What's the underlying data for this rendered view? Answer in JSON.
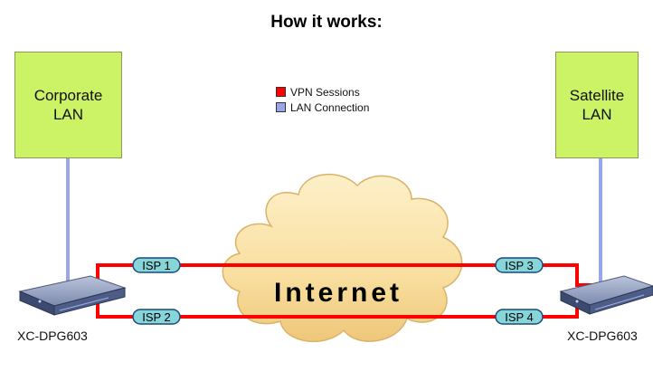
{
  "title": "How it works:",
  "legend": [
    {
      "label": "VPN Sessions",
      "color": "#ff0000"
    },
    {
      "label": "LAN Connection",
      "color": "#9aa6ec"
    }
  ],
  "lans": {
    "left": {
      "line1": "Corporate",
      "line2": "LAN"
    },
    "right": {
      "line1": "Satellite",
      "line2": "LAN"
    }
  },
  "devices": {
    "left": "XC-DPG603",
    "right": "XC-DPG603"
  },
  "isps": {
    "isp1": "ISP 1",
    "isp2": "ISP 2",
    "isp3": "ISP 3",
    "isp4": "ISP 4"
  },
  "cloud_label": "Internet",
  "colors": {
    "lan_fill": "#ccf266",
    "vpn_line": "#ff0000",
    "lan_line": "#9aa6ec",
    "cloud_fill": "#f9dfa0",
    "isp_pill": "#86d5d9"
  }
}
